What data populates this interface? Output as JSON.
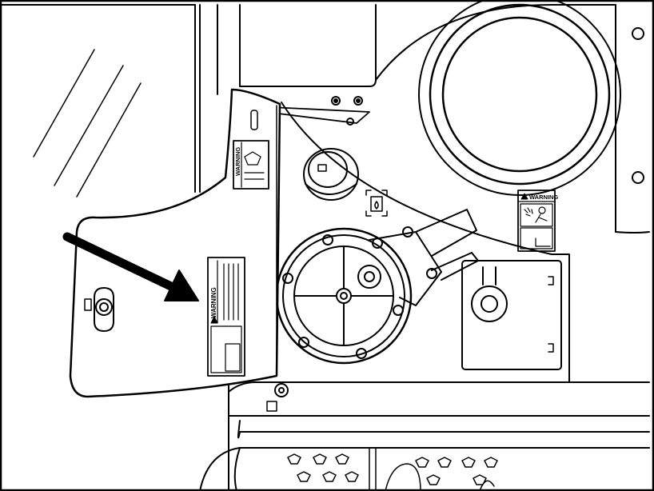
{
  "colors": {
    "ink": "#000000",
    "paper": "#ffffff"
  },
  "labels": {
    "door_label": "WARNING",
    "door_small_label": "WARNING",
    "panel_label": "WARNING"
  },
  "icons": [
    "arrow-icon",
    "fuel-level-icon",
    "hot-spray-hazard-icon"
  ]
}
